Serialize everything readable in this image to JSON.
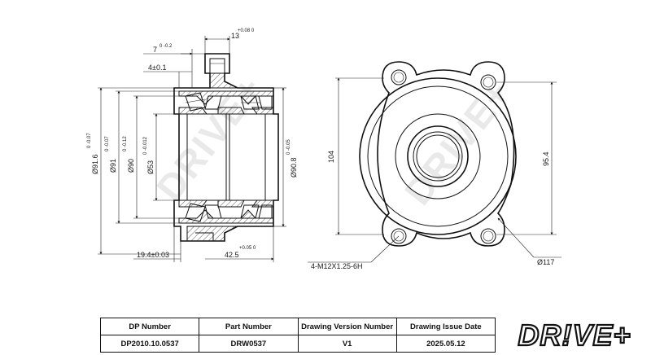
{
  "dimensions": {
    "d1": "Ø91.6",
    "d1_tol": "0 -0.07",
    "d2": "Ø91",
    "d2_tol": "0 -0.07",
    "d3": "Ø90",
    "d3_tol": "0 -0.12",
    "bore": "Ø53",
    "bore_tol": "0 -0.012",
    "outer_right": "Ø90.8",
    "outer_right_tol": "0 -0.05",
    "top_7": "7",
    "top_7_tol": "0 -0.2",
    "top_13": "13",
    "top_13_tol": "+0.08 0",
    "top_4": "4±0.1",
    "bottom_19": "19.4±0.03",
    "bottom_42": "42.5",
    "bottom_42_tol": "+0.05 0",
    "height_104": "104",
    "height_95": "95.4",
    "bolts": "4-M12X1.25-6H",
    "pcd": "Ø117"
  },
  "watermark": "DRIVE+",
  "title_block": {
    "headers": [
      "DP Number",
      "Part Number",
      "Drawing Version Number",
      "Drawing Issue Date"
    ],
    "values": [
      "DP2010.10.0537",
      "DRW0537",
      "V1",
      "2025.05.12"
    ]
  },
  "logo": "DR!VE+"
}
